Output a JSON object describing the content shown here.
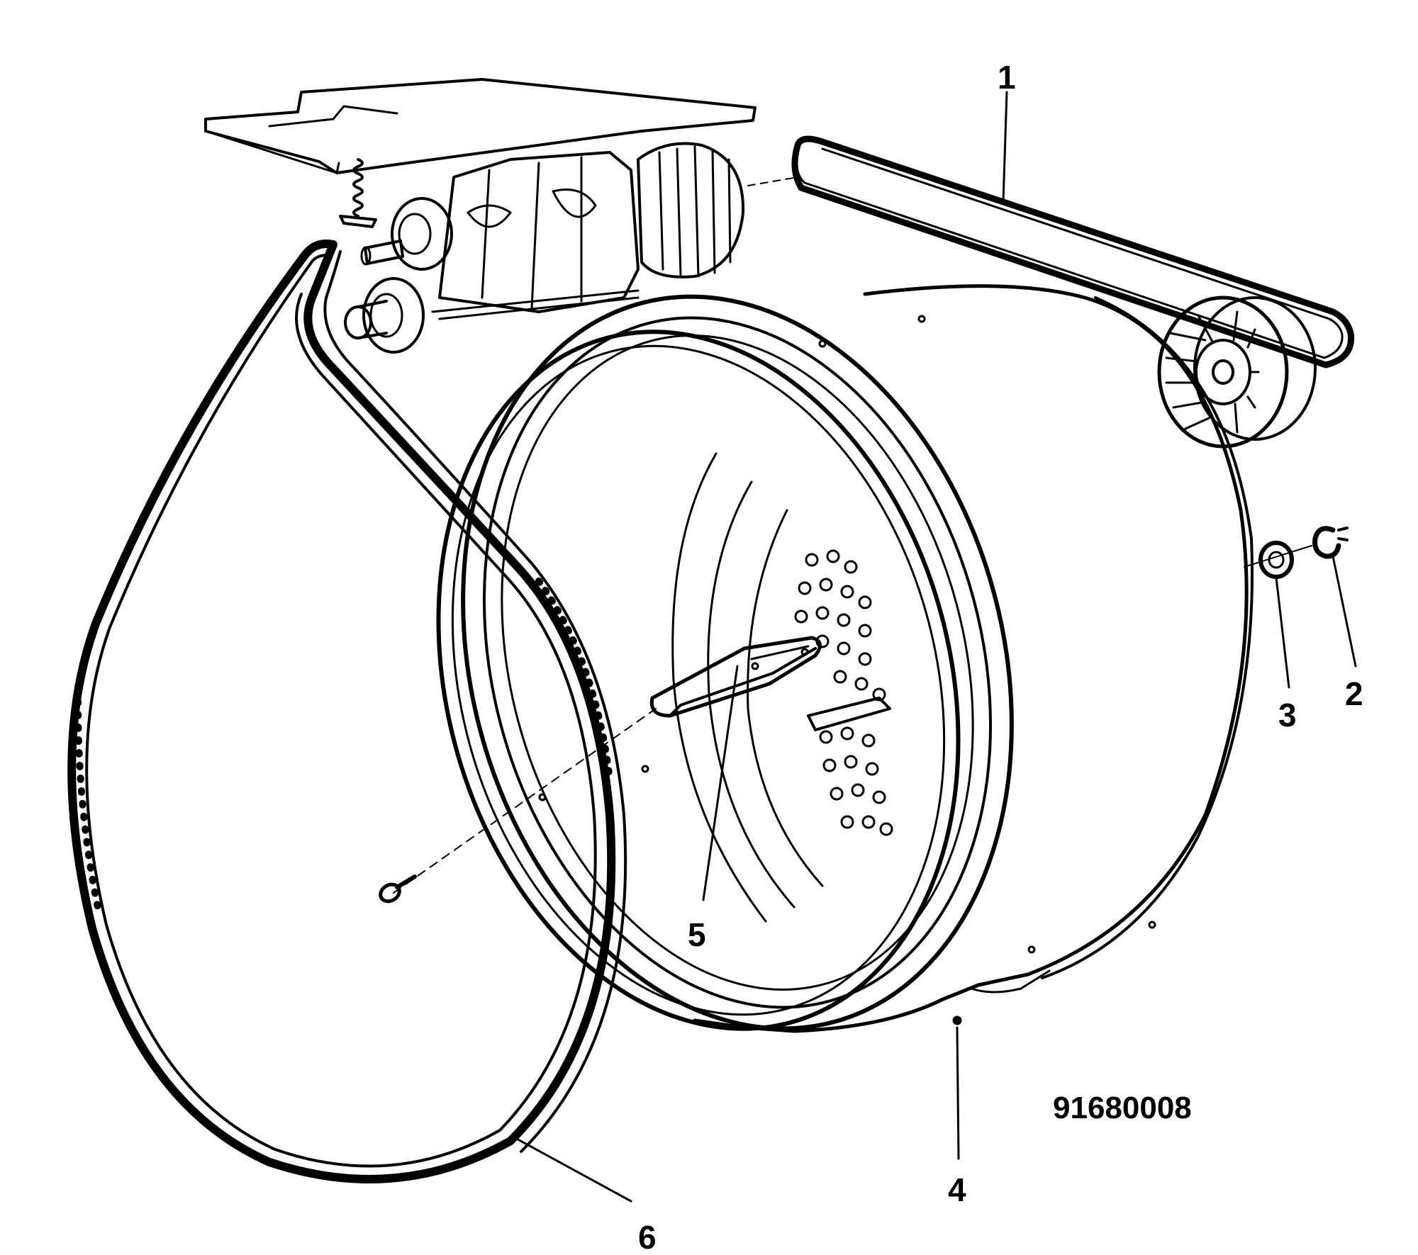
{
  "diagram": {
    "callouts": [
      "1",
      "2",
      "3",
      "4",
      "5",
      "6"
    ],
    "document_number": "91680008"
  },
  "parts": {
    "belt": "belt",
    "fan_belt": "fan-belt",
    "motor": "motor",
    "drum": "drum",
    "paddle": "drum-paddle",
    "washer": "washer",
    "clip": "clip",
    "fan_wheel": "fan-wheel"
  }
}
